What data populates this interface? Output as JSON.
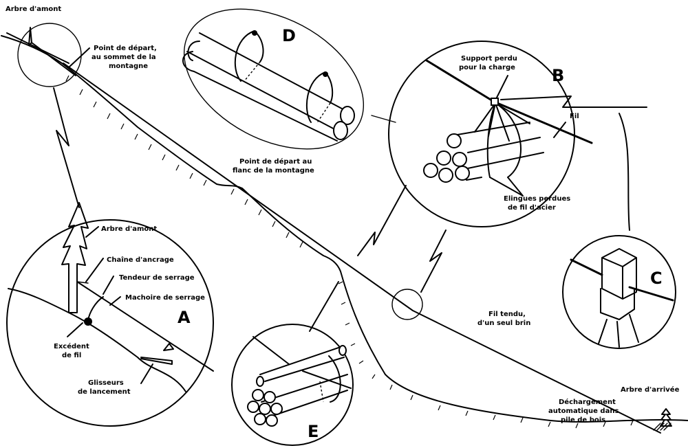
{
  "diagram": {
    "subject": "Câble-grue à fil tendu d'un seul brin",
    "colors": {
      "ink": "#000000",
      "paper": "#ffffff"
    },
    "labels": {
      "arbre_amont_top": "Arbre d'amont",
      "point_depart_sommet": [
        "Point de départ,",
        "au sommet de la",
        "montagne"
      ],
      "point_depart_flanc": [
        "Point de départ au",
        "flanc de la montagne"
      ],
      "support_perdu": [
        "Support perdu",
        "pour la charge"
      ],
      "fil": "Fil",
      "elingues": [
        "Elingues perdues",
        "de fil d'acier"
      ],
      "fil_tendu": [
        "Fil tendu,",
        "d'un seul brin"
      ],
      "arbre_arrivee": "Arbre d'arrivée",
      "dechargement": [
        "Déchargement",
        "automatique dans",
        "pile de bois"
      ]
    },
    "detail_A": {
      "letter": "A",
      "labels": {
        "arbre_amont": "Arbre d'amont",
        "chaine": "Chaîne d'ancrage",
        "tendeur": "Tendeur de serrage",
        "machoire": "Machoire de serrage",
        "excedent": [
          "Excédent",
          "de fil"
        ],
        "glisseurs": [
          "Glisseurs",
          "de lancement"
        ]
      }
    },
    "detail_B": {
      "letter": "B"
    },
    "detail_C": {
      "letter": "C"
    },
    "detail_D": {
      "letter": "D"
    },
    "detail_E": {
      "letter": "E"
    }
  }
}
